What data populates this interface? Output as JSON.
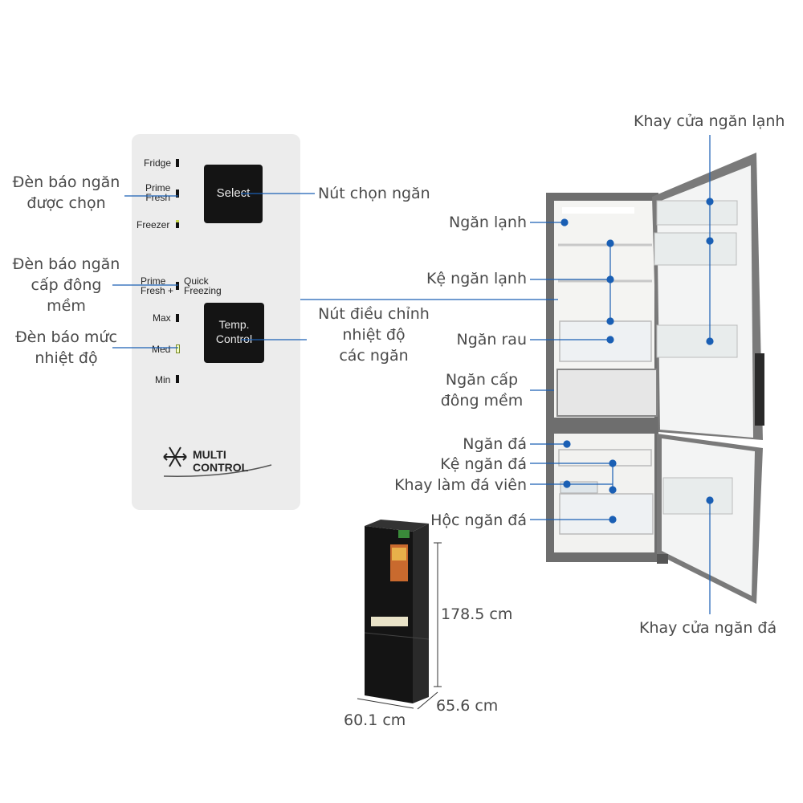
{
  "panel": {
    "select_button": "Select",
    "temp_button": [
      "Temp.",
      "Control"
    ],
    "indicators_top": [
      "Fridge",
      "Prime\nFresh",
      "Freezer"
    ],
    "prime_fresh_plus": [
      "Prime",
      "Fresh +"
    ],
    "quick_freezing": [
      "Quick",
      "Freezing"
    ],
    "levels": [
      "Max",
      "Med",
      "Min"
    ],
    "logo": [
      "MULTI",
      "CONTROL"
    ]
  },
  "labels": {
    "den_bao_ngan_duoc_chon": [
      "Đèn báo ngăn",
      "được chọn"
    ],
    "den_bao_ngan_cap_dong_mem": [
      "Đèn báo ngăn",
      "cấp đông",
      "mềm"
    ],
    "den_bao_muc_nhiet_do": [
      "Đèn báo mức",
      "nhiệt độ"
    ],
    "nut_chon_ngan": "Nút chọn ngăn",
    "nut_dieu_chinh": [
      "Nút điều chỉnh",
      "nhiệt độ",
      "các ngăn"
    ],
    "khay_cua_ngan_lanh": "Khay cửa ngăn lạnh",
    "ngan_lanh": "Ngăn lạnh",
    "ke_ngan_lanh": "Kệ ngăn lạnh",
    "ngan_rau": "Ngăn rau",
    "ngan_cap_dong_mem": [
      "Ngăn cấp",
      "đông mềm"
    ],
    "ngan_da": "Ngăn đá",
    "ke_ngan_da": "Kệ ngăn đá",
    "khay_lam_da_vien": "Khay làm đá viên",
    "hoc_ngan_da": "Hộc ngăn đá",
    "khay_cua_ngan_da": "Khay cửa ngăn đá"
  },
  "dimensions": {
    "height": "178.5 cm",
    "depth": "65.6 cm",
    "width": "60.1 cm"
  },
  "colors": {
    "callout_blue": "#1a5fb4",
    "label_gray": "#4a4a4a",
    "panel_bg": "#ececec",
    "fridge_body": "#6e6e6e",
    "interior": "#f4f4f2"
  }
}
